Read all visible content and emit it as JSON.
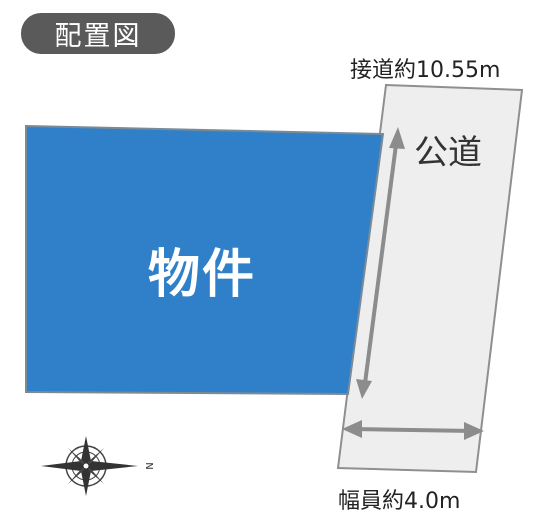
{
  "title": "配置図",
  "property_label": "物件",
  "road_label": "公道",
  "frontage_label": "接道約10.55m",
  "road_width_label": "幅員約4.0m",
  "compass_label": "N",
  "colors": {
    "property_fill": "#2f80c9",
    "road_fill": "#eeeeee",
    "outline": "#8f8f8f",
    "arrow": "#8c8c8c",
    "badge": "#5a5a5a"
  }
}
